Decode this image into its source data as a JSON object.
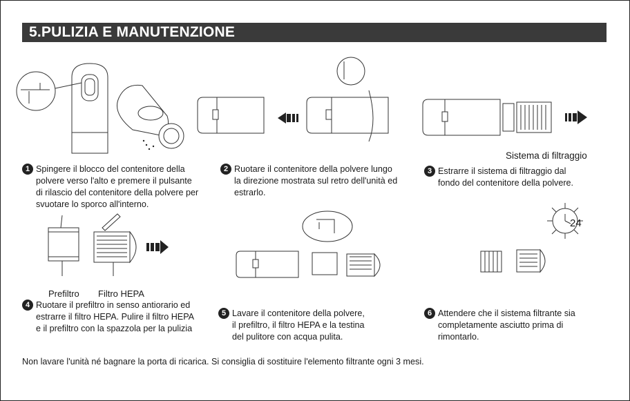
{
  "header": {
    "title": "5.PULIZIA E MANUTENZIONE"
  },
  "steps": [
    {
      "num": "1",
      "text": "Spingere il blocco del contenitore della\npolvere verso l'alto e premere il pulsante\ndi rilascio del contenitore della polvere per\nsvuotare lo sporco all'interno."
    },
    {
      "num": "2",
      "text": "Ruotare il contenitore della polvere lungo\nla direzione mostrata sul retro dell'unità ed\nestrarlo."
    },
    {
      "num": "3",
      "text": "Estrarre il sistema di filtraggio dal\nfondo del contenitore della polvere."
    },
    {
      "num": "4",
      "text": "Ruotare il prefiltro in senso antiorario ed\nestrarre il filtro HEPA. Pulire il filtro HEPA\ne il prefiltro con la spazzola per la pulizia"
    },
    {
      "num": "5",
      "text": "Lavare il contenitore della polvere,\nil prefiltro, il filtro HEPA e la testina\ndel pulitore con acqua pulita."
    },
    {
      "num": "6",
      "text": "Attendere che il sistema filtrante sia\ncompletamente asciutto prima di\nrimontarlo."
    }
  ],
  "labels": {
    "filter_system": "Sistema di filtraggio",
    "prefilter": "Prefiltro",
    "hepa": "Filtro HEPA",
    "clock_hours": "24"
  },
  "footer": {
    "note": "Non lavare l'unità né bagnare la porta di ricarica. Si consiglia di sostituire l'elemento filtrante ogni 3 mesi."
  }
}
